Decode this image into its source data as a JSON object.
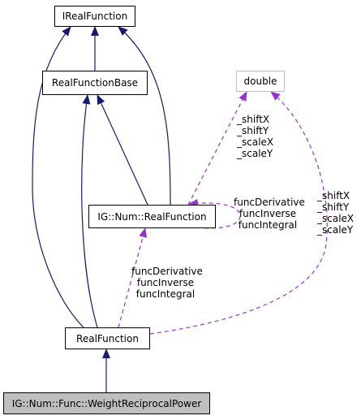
{
  "colors": {
    "inheritance": "#191970",
    "usage": "#9a32cd",
    "focus_fill": "#bfbfbf",
    "external_border": "#bfbfbf"
  },
  "nodes": {
    "ireal": "IRealFunction",
    "base": "RealFunctionBase",
    "double": "double",
    "igreal": "IG::Num::RealFunction",
    "realfunc": "RealFunction",
    "weight": "IG::Num::Func::WeightReciprocalPower"
  },
  "labels": {
    "double_to_ig": [
      "_shiftX",
      "_shiftY",
      "_scaleX",
      "_scaleY"
    ],
    "self_loop": [
      "funcDerivative",
      "funcInverse",
      "funcIntegral"
    ],
    "ig_to_real": [
      "funcDerivative",
      "funcInverse",
      "funcIntegral"
    ],
    "double_to_real": [
      "_shiftX",
      "_shiftY",
      "_scaleX",
      "_scaleY"
    ]
  }
}
